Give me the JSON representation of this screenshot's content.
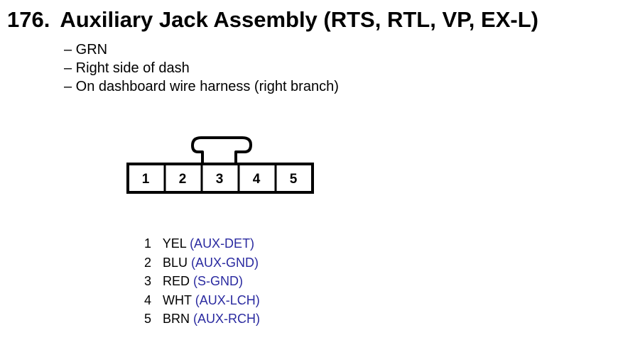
{
  "title": {
    "number": "176.",
    "text": "Auxiliary Jack Assembly (RTS, RTL, VP, EX-L)"
  },
  "notes": [
    "– GRN",
    "– Right side of dash",
    "– On dashboard wire harness (right branch)"
  ],
  "connector": {
    "cavities": [
      "1",
      "2",
      "3",
      "4",
      "5"
    ]
  },
  "pins": [
    {
      "num": "1",
      "wire": "YEL",
      "signal": "(AUX-DET)"
    },
    {
      "num": "2",
      "wire": "BLU",
      "signal": "(AUX-GND)"
    },
    {
      "num": "3",
      "wire": "RED",
      "signal": "(S-GND)"
    },
    {
      "num": "4",
      "wire": "WHT",
      "signal": "(AUX-LCH)"
    },
    {
      "num": "5",
      "wire": "BRN",
      "signal": "(AUX-RCH)"
    }
  ],
  "colors": {
    "text": "#000000",
    "signal": "#2a2aa0"
  }
}
